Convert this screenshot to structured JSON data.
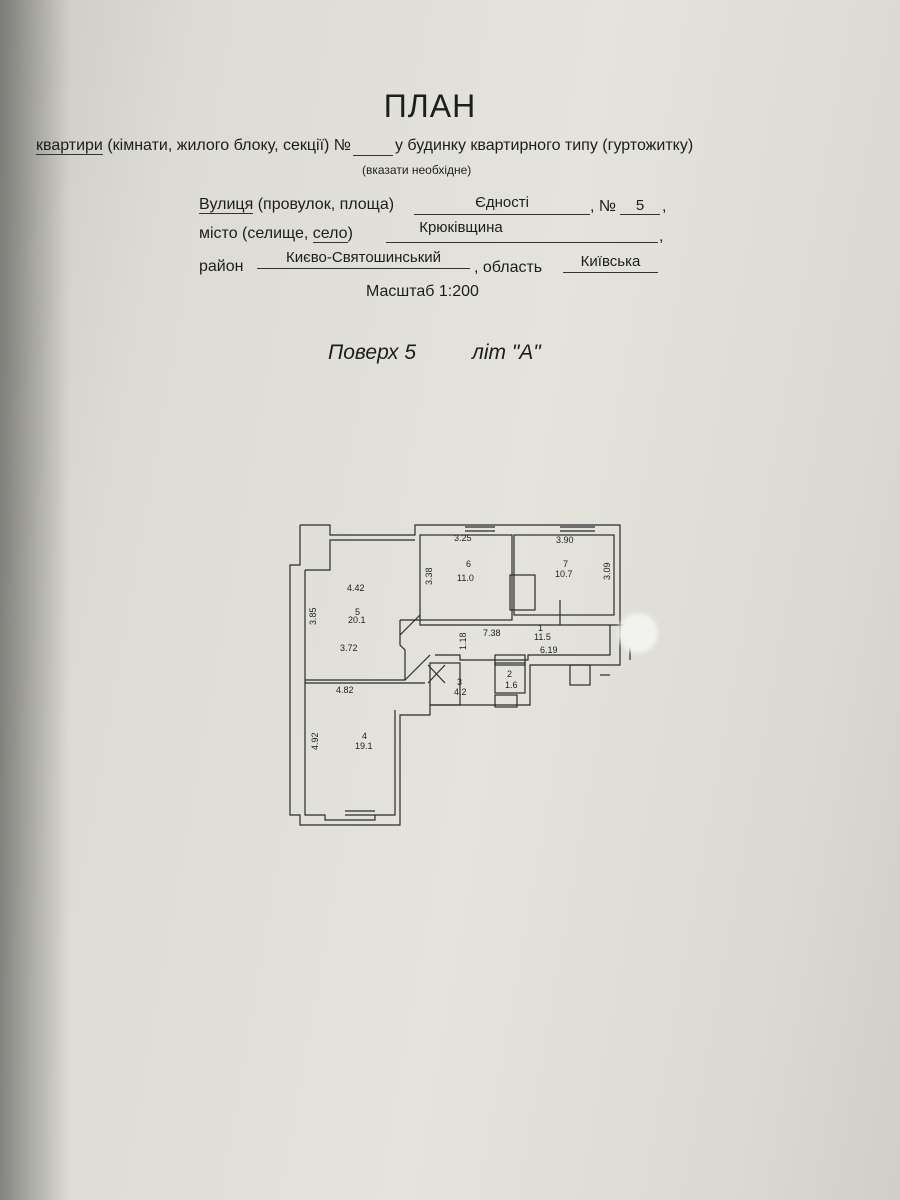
{
  "header": {
    "title": "ПЛАН",
    "line1_part_a": "квартири",
    "line1_part_b": " (кімнати, жилого блоку, секції) №",
    "line1_part_c": "у будинку квартирного типу (гуртожитку)",
    "hint": "(вказати необхідне)"
  },
  "address": {
    "street_label": "Вулиця",
    "street_label_rest": " (провулок, площа)",
    "street_value": "Єдності",
    "number_label": ", №",
    "number_value": "5",
    "city_label": "місто (селище, ",
    "city_label_ul": "село",
    "city_label_end": ")",
    "city_value": "Крюківщина",
    "district_label": "район",
    "district_value": "Києво-Святошинський",
    "region_label": ", область",
    "region_value": "Київська",
    "comma": ","
  },
  "scale": "Масштаб  1:200",
  "floor": "Поверх 5",
  "litera": "літ \"А\"",
  "plan": {
    "rooms": [
      {
        "num": "1",
        "area": "11.5"
      },
      {
        "num": "2",
        "area": "1.6"
      },
      {
        "num": "3",
        "area": "4.2"
      },
      {
        "num": "4",
        "area": "19.1"
      },
      {
        "num": "5",
        "area": "20.1"
      },
      {
        "num": "6",
        "area": "11.0"
      },
      {
        "num": "7",
        "area": "10.7"
      }
    ],
    "dims": {
      "d325": "3.25",
      "d390": "3.90",
      "d338": "3.38",
      "d309": "3.09",
      "d442": "4.42",
      "d385": "3.85",
      "d372": "3.72",
      "d118": "1.18",
      "d738": "7.38",
      "d619": "6.19",
      "d482": "4.82",
      "d492": "4.92"
    }
  }
}
